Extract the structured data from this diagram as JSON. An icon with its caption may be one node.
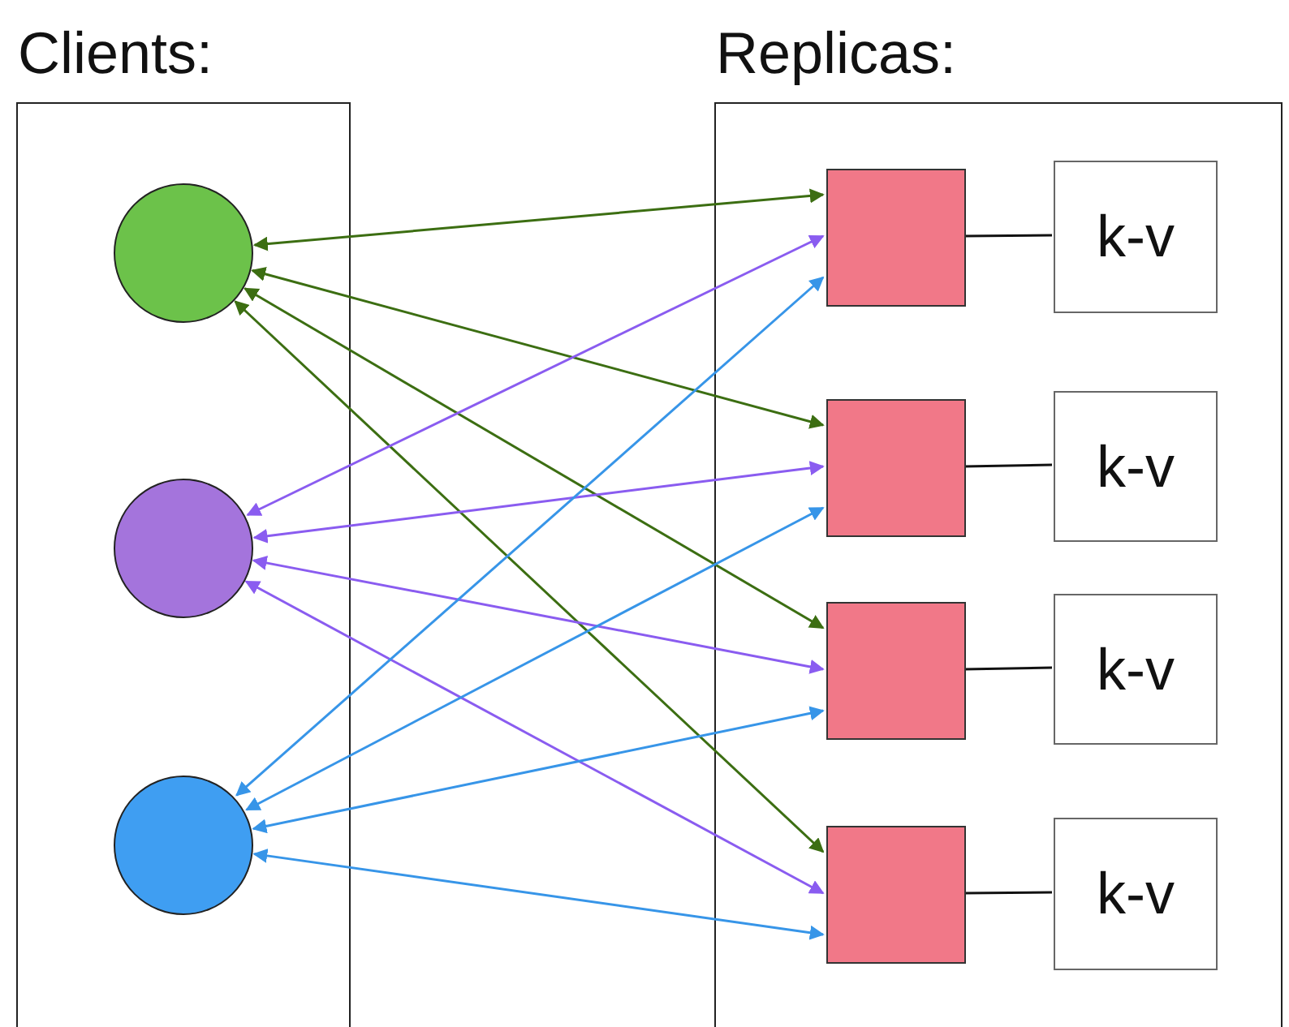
{
  "diagram": {
    "nodes": [
      {
        "text": [
          "Clients:"
        ]
      },
      {
        "text": [
          "Replicas:"
        ]
      },
      {
        "text": [],
        "shape": "circle",
        "in": 0
      },
      {
        "text": [],
        "shape": "circle",
        "in": 0
      },
      {
        "text": [],
        "shape": "circle",
        "in": 0
      },
      {
        "text": [],
        "shape": "box",
        "in": 1
      },
      {
        "text": [],
        "shape": "box",
        "in": 1
      },
      {
        "text": [],
        "shape": "box",
        "in": 1
      },
      {
        "text": [],
        "shape": "box",
        "in": 1
      },
      {
        "text": [
          "k-v"
        ],
        "in": 1
      },
      {
        "text": [
          "k-v"
        ],
        "in": 1
      },
      {
        "text": [
          "k-v"
        ],
        "in": 1
      },
      {
        "text": [
          "k-v"
        ],
        "in": 1
      }
    ],
    "edges": [
      {
        "from": 2,
        "to": 5,
        "arrow": "both",
        "color": "#3c6e12"
      },
      {
        "from": 2,
        "to": 6,
        "arrow": "both",
        "color": "#3c6e12"
      },
      {
        "from": 2,
        "to": 7,
        "arrow": "both",
        "color": "#3c6e12"
      },
      {
        "from": 2,
        "to": 8,
        "arrow": "both",
        "color": "#3c6e12"
      },
      {
        "from": 3,
        "to": 5,
        "arrow": "both",
        "color": "#8a5cf0"
      },
      {
        "from": 3,
        "to": 6,
        "arrow": "both",
        "color": "#8a5cf0"
      },
      {
        "from": 3,
        "to": 7,
        "arrow": "both",
        "color": "#8a5cf0"
      },
      {
        "from": 3,
        "to": 8,
        "arrow": "both",
        "color": "#8a5cf0"
      },
      {
        "from": 4,
        "to": 5,
        "arrow": "both",
        "color": "#3795e8"
      },
      {
        "from": 4,
        "to": 6,
        "arrow": "both",
        "color": "#3795e8"
      },
      {
        "from": 4,
        "to": 7,
        "arrow": "both",
        "color": "#3795e8"
      },
      {
        "from": 4,
        "to": 8,
        "arrow": "both",
        "color": "#3795e8"
      },
      {
        "from": 5,
        "to": 9,
        "arrow": "none",
        "color": "#111111"
      },
      {
        "from": 6,
        "to": 10,
        "arrow": "none",
        "color": "#111111"
      },
      {
        "from": 7,
        "to": 11,
        "arrow": "none",
        "color": "#111111"
      },
      {
        "from": 8,
        "to": 12,
        "arrow": "none",
        "color": "#111111"
      }
    ]
  }
}
